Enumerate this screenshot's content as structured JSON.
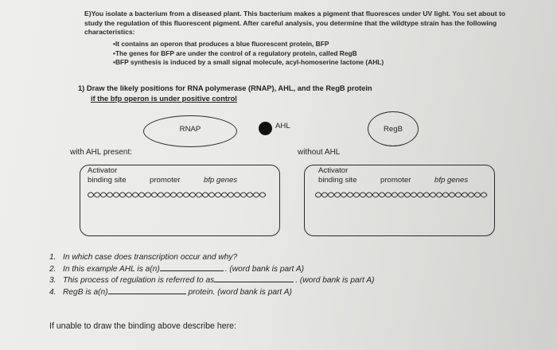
{
  "intro": {
    "paragraph": "E)You isolate a bacterium from a diseased plant. This bacterium makes a pigment that fluoresces under UV light. You set about to study the regulation of this fluorescent pigment. After careful analysis, you determine that the wildtype strain has the following characteristics:",
    "bullets": [
      "It contains an operon that produces a blue fluorescent protein, BFP",
      "The genes for BFP are under the control of a regulatory protein, called RegB",
      "BFP synthesis is induced by a small signal molecule, acyl-homoserine lactone (AHL)"
    ]
  },
  "question1": {
    "title": "1) Draw the likely positions for RNA polymerase (RNAP), AHL, and the RegB protein",
    "subtitle": "if the bfp operon is under positive control"
  },
  "legend": {
    "rnap": "RNAP",
    "ahl": "AHL",
    "regb": "RegB"
  },
  "panels": {
    "left_title": "with AHL present:",
    "right_title": "without AHL",
    "activator_line1": "Activator",
    "activator_line2": "binding site",
    "promoter": "promoter",
    "genes": "bfp genes"
  },
  "questions": [
    {
      "num": "1.",
      "text": "In which case does transcription occur and why?",
      "suffix": ""
    },
    {
      "num": "2.",
      "text": "In this example AHL is a(n)",
      "suffix": ". (word bank is part A)"
    },
    {
      "num": "3.",
      "text": "This process of regulation is referred to as",
      "suffix": ". (word bank is part A)"
    },
    {
      "num": "4.",
      "text": "RegB is a(n)",
      "suffix": "protein. (word bank is part A)"
    }
  ],
  "footer": "If unable to draw the binding above describe here:"
}
